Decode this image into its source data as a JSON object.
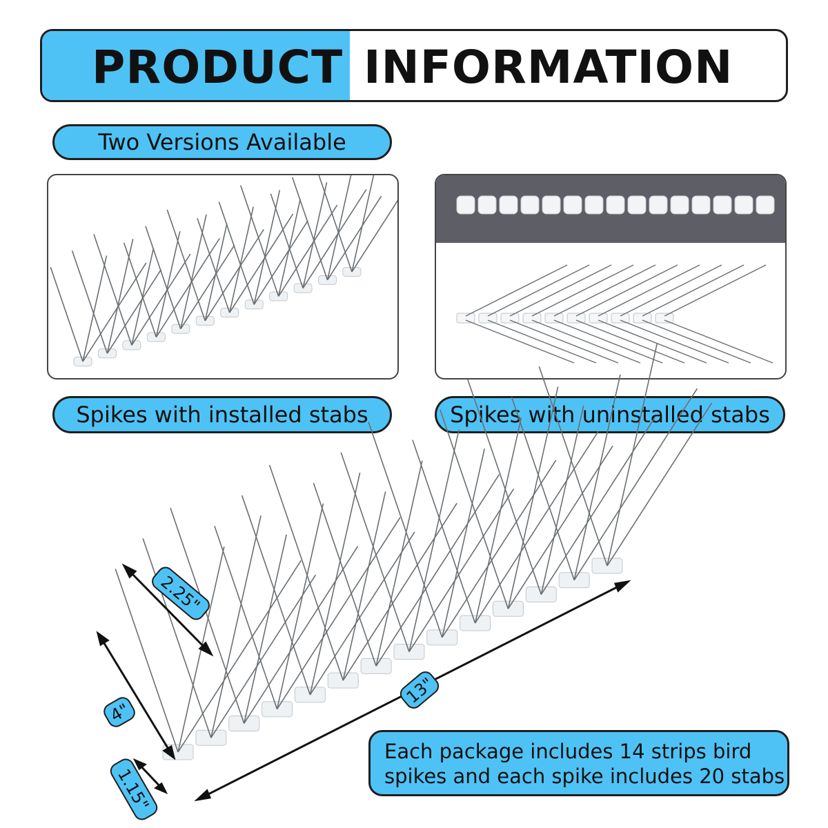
{
  "banner": {
    "word1": "PRODUCT",
    "word2": "INFORMATION"
  },
  "versions_label": "Two Versions Available",
  "installed_label": "Spikes with installed stabs",
  "uninstalled_label": "Spikes with uninstalled stabs",
  "dimensions": {
    "spike_height": "2.25\"",
    "height": "4\"",
    "width": "1.15\"",
    "length": "13\""
  },
  "package_note": {
    "line1": "Each package includes 14 strips bird",
    "line2": "spikes and each spike includes 20 stabs"
  },
  "colors": {
    "accent": "#4fc2f5",
    "border": "#1e1e1e"
  }
}
